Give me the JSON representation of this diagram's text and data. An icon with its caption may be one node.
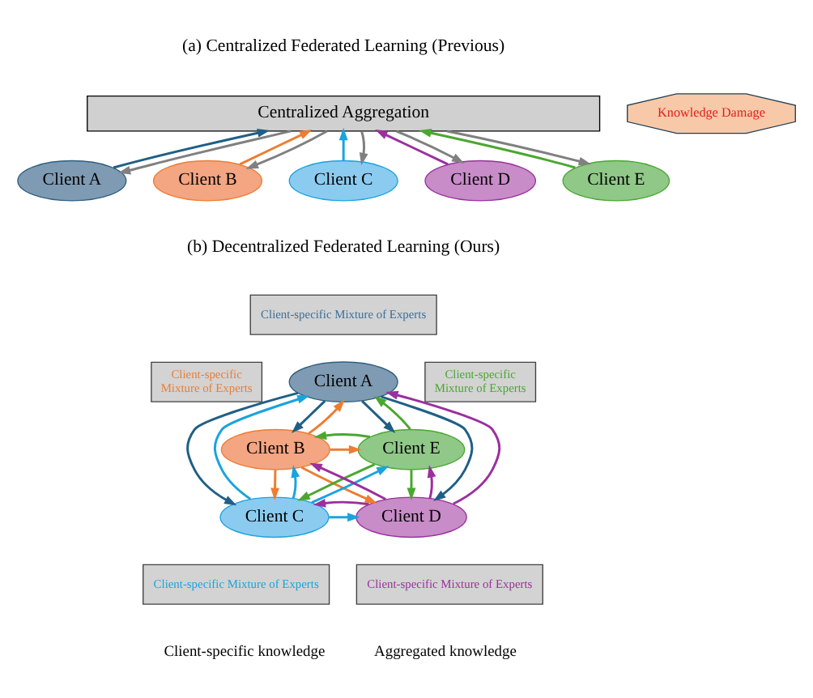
{
  "diagram": {
    "nodes": [
      {
        "text": [
          "Centralized Aggregation"
        ]
      },
      {
        "text": [
          "Knowledge Damage"
        ]
      },
      {
        "text": [
          "Client A"
        ]
      },
      {
        "text": [
          "Client B"
        ]
      },
      {
        "text": [
          "Client C"
        ]
      },
      {
        "text": [
          "Client D"
        ]
      },
      {
        "text": [
          "Client E"
        ]
      },
      {
        "text": [
          "Client A"
        ]
      },
      {
        "text": [
          "Client B"
        ]
      },
      {
        "text": [
          "Client E"
        ]
      },
      {
        "text": [
          "Client C"
        ]
      },
      {
        "text": [
          "Client D"
        ]
      },
      {
        "text": [
          "Client-specific Mixture of Experts"
        ]
      },
      {
        "text": [
          "Client-specific Mixture of Experts"
        ]
      },
      {
        "text": [
          "Client-specific Mixture of Experts"
        ]
      },
      {
        "text": [
          "Client-specific Mixture of Experts"
        ]
      },
      {
        "text": [
          "Client-specific Mixture of Experts"
        ]
      }
    ],
    "edges": [
      {
        "from": 2,
        "to": 0,
        "arrow": "to",
        "color": "#1f5f86"
      },
      {
        "from": 0,
        "to": 2,
        "arrow": "to",
        "color": "#808080"
      },
      {
        "from": 3,
        "to": 0,
        "arrow": "to",
        "color": "#ed7d31"
      },
      {
        "from": 0,
        "to": 3,
        "arrow": "to",
        "color": "#808080"
      },
      {
        "from": 4,
        "to": 0,
        "arrow": "to",
        "color": "#1aa3dd"
      },
      {
        "from": 0,
        "to": 4,
        "arrow": "to",
        "color": "#808080"
      },
      {
        "from": 5,
        "to": 0,
        "arrow": "to",
        "color": "#9b2f9e"
      },
      {
        "from": 0,
        "to": 5,
        "arrow": "to",
        "color": "#808080"
      },
      {
        "from": 6,
        "to": 0,
        "arrow": "to",
        "color": "#4aa72f"
      },
      {
        "from": 0,
        "to": 6,
        "arrow": "to",
        "color": "#808080"
      },
      {
        "from": 7,
        "to": 8,
        "arrow": "to",
        "color": "#1f5f86"
      },
      {
        "from": 7,
        "to": 9,
        "arrow": "to",
        "color": "#1f5f86"
      },
      {
        "from": 7,
        "to": 10,
        "arrow": "to",
        "color": "#1f5f86"
      },
      {
        "from": 7,
        "to": 11,
        "arrow": "to",
        "color": "#1f5f86"
      },
      {
        "from": 8,
        "to": 7,
        "arrow": "to",
        "color": "#ed7d31"
      },
      {
        "from": 8,
        "to": 9,
        "arrow": "to",
        "color": "#ed7d31"
      },
      {
        "from": 8,
        "to": 10,
        "arrow": "to",
        "color": "#ed7d31"
      },
      {
        "from": 8,
        "to": 11,
        "arrow": "to",
        "color": "#ed7d31"
      },
      {
        "from": 9,
        "to": 7,
        "arrow": "to",
        "color": "#4aa72f"
      },
      {
        "from": 9,
        "to": 8,
        "arrow": "to",
        "color": "#4aa72f"
      },
      {
        "from": 9,
        "to": 10,
        "arrow": "to",
        "color": "#4aa72f"
      },
      {
        "from": 9,
        "to": 11,
        "arrow": "to",
        "color": "#4aa72f"
      },
      {
        "from": 10,
        "to": 7,
        "arrow": "to",
        "color": "#1aa3dd"
      },
      {
        "from": 10,
        "to": 8,
        "arrow": "to",
        "color": "#1aa3dd"
      },
      {
        "from": 10,
        "to": 9,
        "arrow": "to",
        "color": "#1aa3dd"
      },
      {
        "from": 10,
        "to": 11,
        "arrow": "to",
        "color": "#1aa3dd"
      },
      {
        "from": 11,
        "to": 7,
        "arrow": "to",
        "color": "#9b2f9e"
      },
      {
        "from": 11,
        "to": 8,
        "arrow": "to",
        "color": "#9b2f9e"
      },
      {
        "from": 11,
        "to": 9,
        "arrow": "to",
        "color": "#9b2f9e"
      },
      {
        "from": 11,
        "to": 10,
        "arrow": "to",
        "color": "#9b2f9e"
      }
    ],
    "labels": [
      "(a) Centralized Federated Learning (Previous)",
      "(b) Decentralized Federated Learning (Ours)"
    ],
    "legend": [
      {
        "text": "Client-specific knowledge"
      },
      {
        "text": "Aggregated knowledge"
      }
    ]
  }
}
